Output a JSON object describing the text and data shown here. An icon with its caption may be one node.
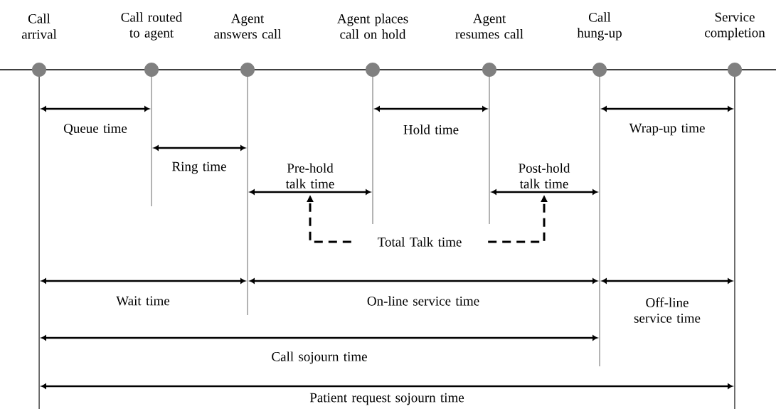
{
  "diagram": {
    "nodes": [
      {
        "text": [
          "Call arrival"
        ]
      },
      {
        "text": [
          "Call routed to agent"
        ]
      },
      {
        "text": [
          "Agent answers call"
        ]
      },
      {
        "text": [
          "Agent places call on hold"
        ]
      },
      {
        "text": [
          "Agent resumes call"
        ]
      },
      {
        "text": [
          "Call hung-up"
        ]
      },
      {
        "text": [
          "Service completion"
        ]
      },
      {
        "text": [
          "Pre-hold talk time"
        ]
      },
      {
        "text": [
          "Post-hold talk time"
        ]
      },
      {
        "text": [
          "Total Talk time"
        ]
      }
    ],
    "edges": [
      {
        "from": 9,
        "to": 7,
        "arrow": "to",
        "style": "dashed"
      },
      {
        "from": 9,
        "to": 8,
        "arrow": "to",
        "style": "dashed"
      }
    ],
    "labels": [
      "Queue time",
      "Hold time",
      "Wrap-up time",
      "Ring time",
      "Wait time",
      "On-line service time",
      "Off-line service time",
      "Call sojourn time",
      "Patient request sojourn time"
    ]
  }
}
